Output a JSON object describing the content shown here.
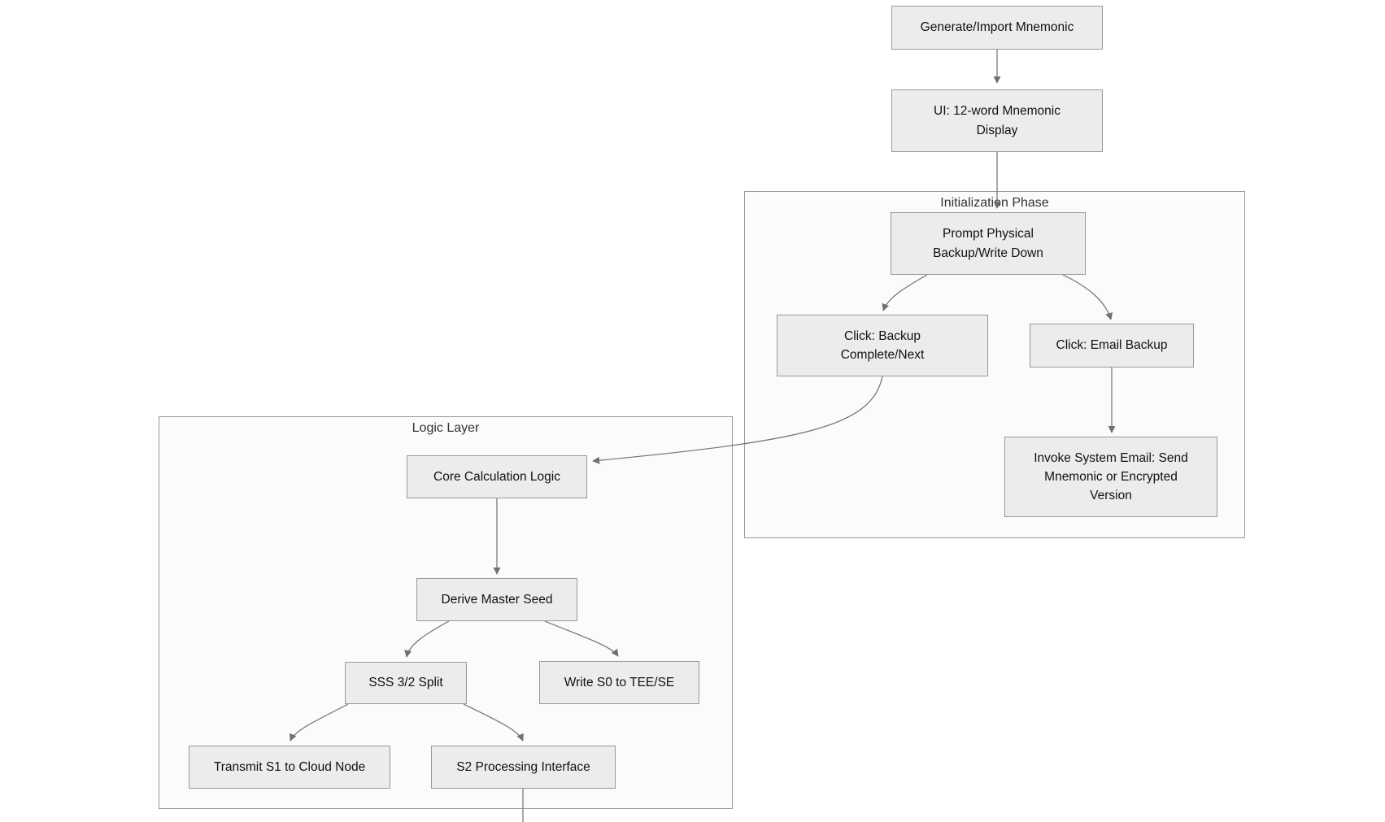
{
  "diagram": {
    "type": "flowchart",
    "direction": "top-down",
    "colors": {
      "background": "#ffffff",
      "node_fill": "#ececec",
      "node_border": "#999999",
      "cluster_fill": "#fbfbfb",
      "cluster_border": "#999999",
      "edge": "#707070",
      "node_text": "#111111",
      "cluster_label_text": "#333333"
    },
    "subgraphs": {
      "init_phase": {
        "label": "Initialization Phase"
      },
      "logic_layer": {
        "label": "Logic Layer"
      }
    },
    "nodes": {
      "generate": {
        "label": "Generate/Import Mnemonic"
      },
      "ui_display": {
        "label": "UI: 12-word Mnemonic Display"
      },
      "prompt_backup": {
        "label": "Prompt Physical Backup/Write Down"
      },
      "click_backup": {
        "label": "Click: Backup Complete/Next"
      },
      "click_email": {
        "label": "Click: Email Backup"
      },
      "invoke_email": {
        "label": "Invoke System Email: Send Mnemonic or Encrypted Version"
      },
      "core_logic": {
        "label": "Core Calculation Logic"
      },
      "derive_seed": {
        "label": "Derive Master Seed"
      },
      "sss_split": {
        "label": "SSS 3/2 Split"
      },
      "write_s0": {
        "label": "Write S0 to TEE/SE"
      },
      "transmit_s1": {
        "label": "Transmit S1 to Cloud Node"
      },
      "s2_processing": {
        "label": "S2 Processing Interface"
      }
    },
    "edges": [
      {
        "from": "generate",
        "to": "ui_display"
      },
      {
        "from": "ui_display",
        "to": "prompt_backup"
      },
      {
        "from": "prompt_backup",
        "to": "click_backup"
      },
      {
        "from": "prompt_backup",
        "to": "click_email"
      },
      {
        "from": "click_email",
        "to": "invoke_email"
      },
      {
        "from": "click_backup",
        "to": "core_logic"
      },
      {
        "from": "core_logic",
        "to": "derive_seed"
      },
      {
        "from": "derive_seed",
        "to": "sss_split"
      },
      {
        "from": "derive_seed",
        "to": "write_s0"
      },
      {
        "from": "sss_split",
        "to": "transmit_s1"
      },
      {
        "from": "sss_split",
        "to": "s2_processing"
      },
      {
        "from": "s2_processing",
        "to": "offscreen-below"
      }
    ]
  }
}
